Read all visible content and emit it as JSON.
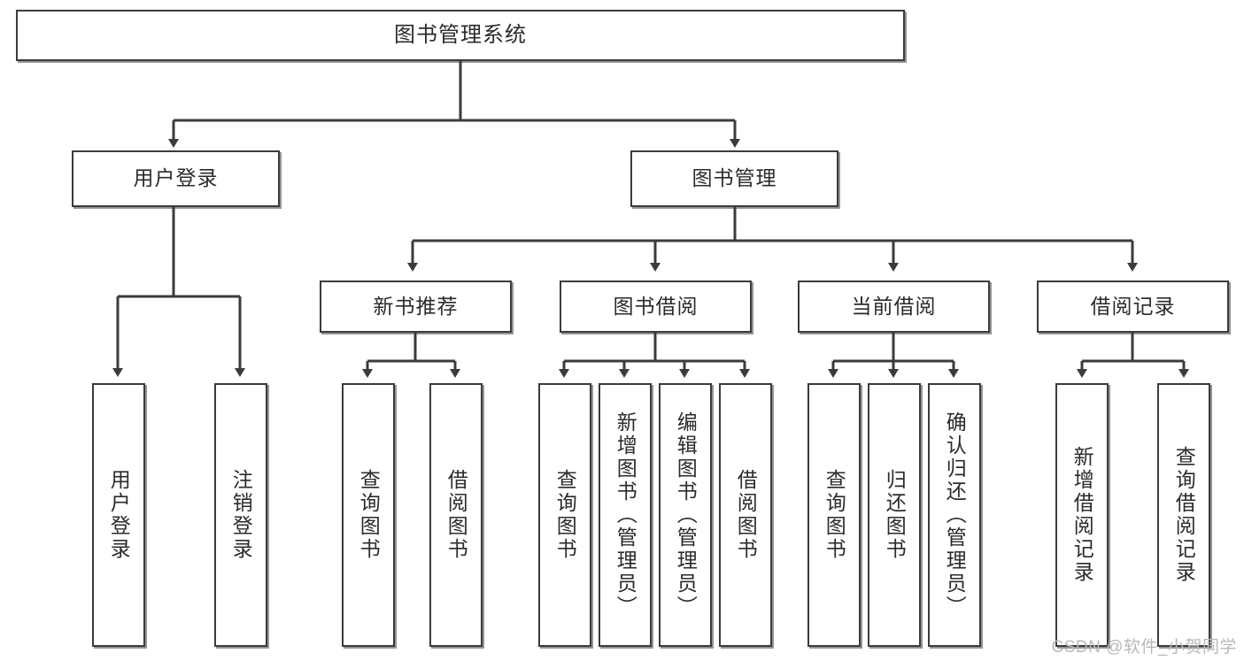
{
  "diagram": {
    "title": "图书管理系统",
    "type": "tree",
    "watermark": "CSDN @软件_小贺同学",
    "colors": {
      "stroke": "#3b3b3b",
      "fill": "#ffffff",
      "text": "#2b2b2b",
      "watermark": "#b9b9b9"
    },
    "nodes": {
      "root": {
        "label": "图书管理系统"
      },
      "level2": [
        {
          "id": "user-login",
          "label": "用户登录"
        },
        {
          "id": "book-manage",
          "label": "图书管理"
        }
      ],
      "level3": [
        {
          "id": "new-book-rec",
          "label": "新书推荐"
        },
        {
          "id": "book-borrow",
          "label": "图书借阅"
        },
        {
          "id": "current-borrow",
          "label": "当前借阅"
        },
        {
          "id": "borrow-record",
          "label": "借阅记录"
        }
      ],
      "leaves": {
        "user-login": [
          {
            "id": "leaf-user-login",
            "label": "用户登录"
          },
          {
            "id": "leaf-user-logout",
            "label": "注销登录"
          }
        ],
        "new-book-rec": [
          {
            "id": "leaf-query-book-1",
            "label": "查询图书"
          },
          {
            "id": "leaf-borrow-book-1",
            "label": "借阅图书"
          }
        ],
        "book-borrow": [
          {
            "id": "leaf-query-book-2",
            "label": "查询图书"
          },
          {
            "id": "leaf-add-book",
            "label": "新增图书（管理员）"
          },
          {
            "id": "leaf-edit-book",
            "label": "编辑图书（管理员）"
          },
          {
            "id": "leaf-borrow-book-2",
            "label": "借阅图书"
          }
        ],
        "current-borrow": [
          {
            "id": "leaf-query-book-3",
            "label": "查询图书"
          },
          {
            "id": "leaf-return-book",
            "label": "归还图书"
          },
          {
            "id": "leaf-confirm-return",
            "label": "确认归还（管理员）"
          }
        ],
        "borrow-record": [
          {
            "id": "leaf-add-record",
            "label": "新增借阅记录"
          },
          {
            "id": "leaf-query-record",
            "label": "查询借阅记录"
          }
        ]
      }
    }
  }
}
